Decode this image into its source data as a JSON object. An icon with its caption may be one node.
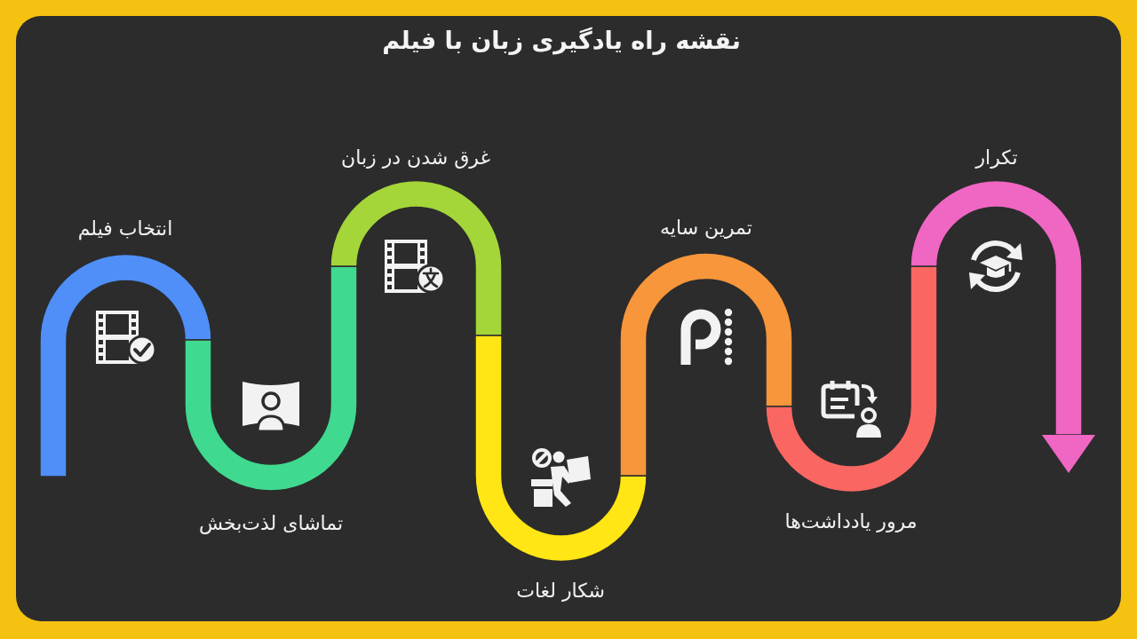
{
  "diagram": {
    "title": "نقشه راه یادگیری زبان با فیلم",
    "nodes": [
      {
        "text": [
          "انتخاب فیلم"
        ]
      },
      {
        "text": [
          "تماشای لذت‌بخش"
        ]
      },
      {
        "text": [
          "غرق شدن در زبان"
        ]
      },
      {
        "text": [
          "شکار لغات"
        ]
      },
      {
        "text": [
          "تمرین سایه"
        ]
      },
      {
        "text": [
          "مرور یادداشت‌ها"
        ]
      },
      {
        "text": [
          "تکرار"
        ]
      }
    ]
  }
}
